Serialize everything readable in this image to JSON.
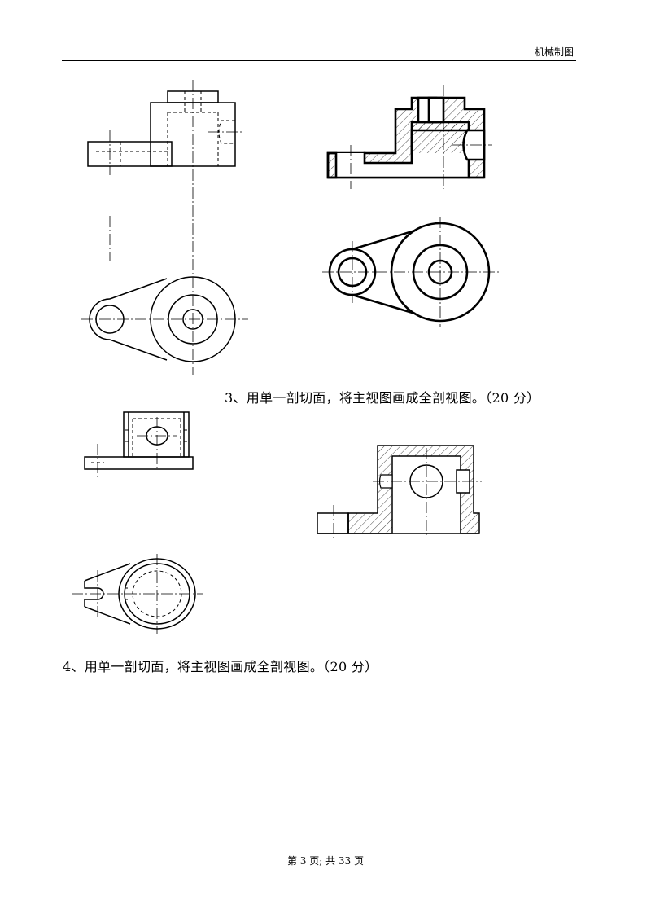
{
  "header": {
    "title": "机械制图"
  },
  "questions": {
    "q3": "3、用单一剖切面，将主视图画成全剖视图。（20 分）",
    "q4": "4、用单一剖切面，将主视图画成全剖视图。（20 分）"
  },
  "footer": {
    "page_info": "第 3 页; 共 33 页"
  }
}
